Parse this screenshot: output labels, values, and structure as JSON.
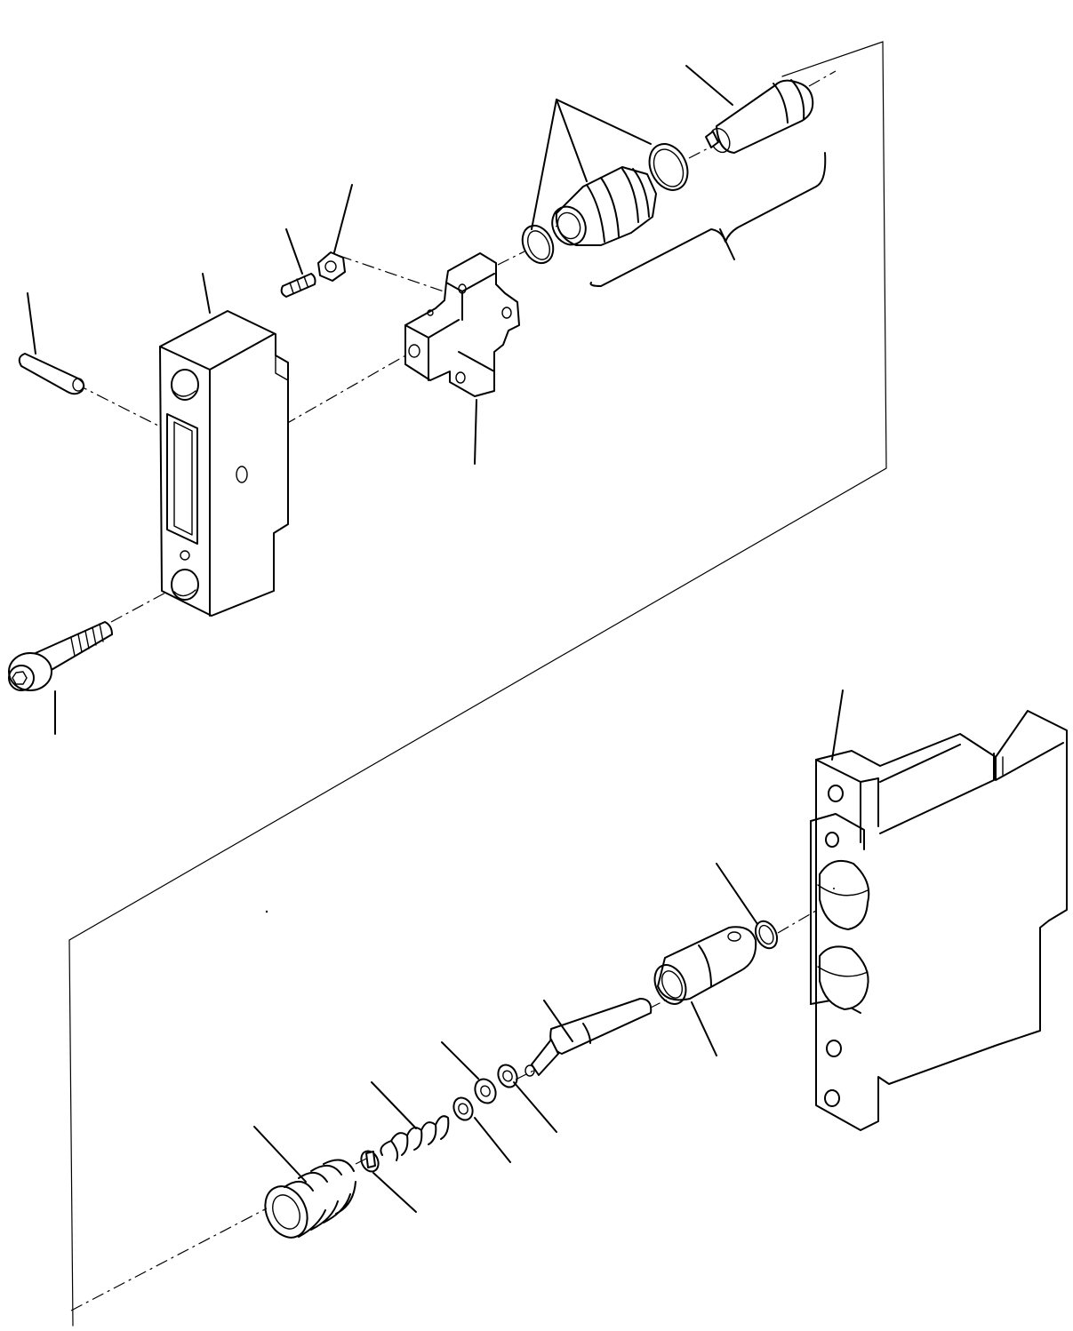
{
  "diagram": {
    "type": "exploded-parts-diagram",
    "assemblies": [
      "upper-valve-assembly",
      "lower-valve-assembly"
    ],
    "leader_line_count": 19,
    "text_labels": []
  }
}
